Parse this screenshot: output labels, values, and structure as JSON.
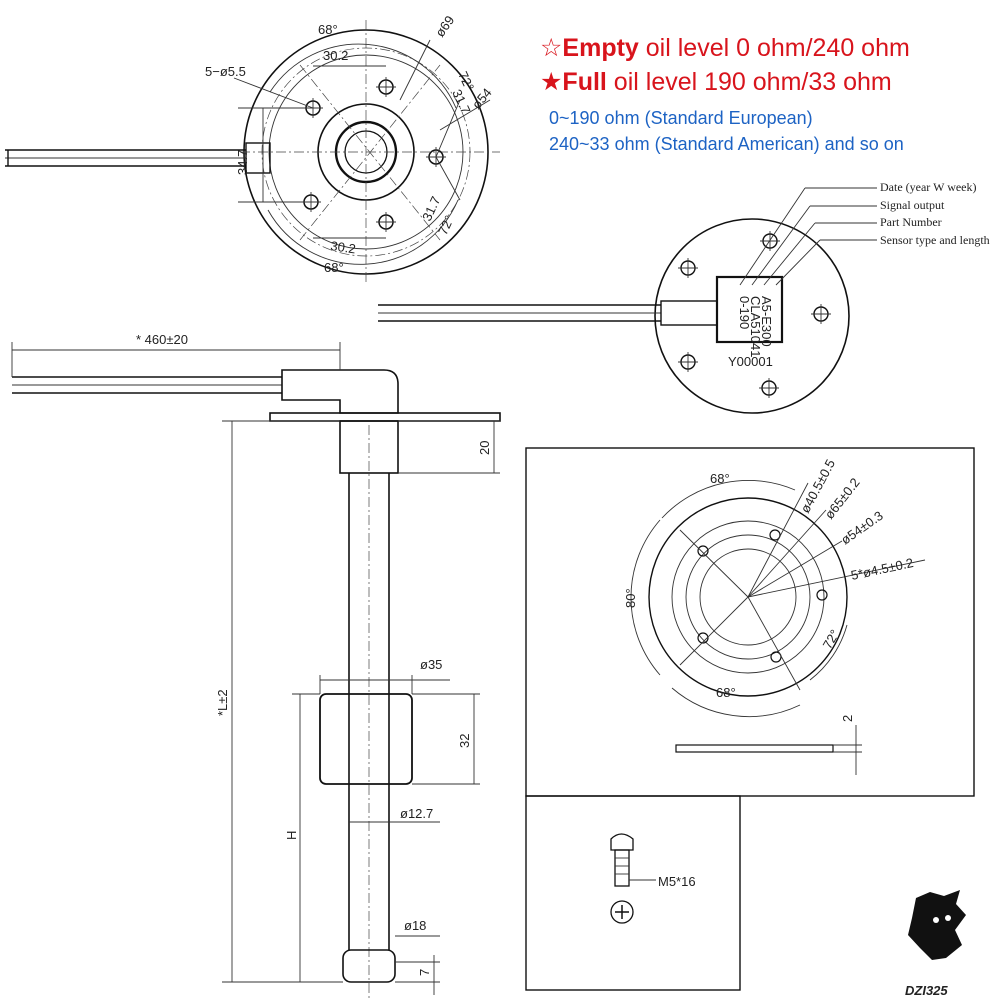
{
  "specs": {
    "empty_star": "☆",
    "empty_bold": "Empty",
    "empty_rest": " oil level 0 ohm/240 ohm",
    "full_star": "★",
    "full_bold": "Full",
    "full_rest": " oil level 190 ohm/33 ohm",
    "line_european": "0~190 ohm (Standard European)",
    "line_american": "240~33 ohm (Standard American) and so on",
    "red_color": "#d8141c",
    "blue_color": "#1d63c4"
  },
  "top_view": {
    "angle_68_top": "68°",
    "dia_69": "ø69",
    "holes_55": "5−ø5.5",
    "dim_30_2_top": "30.2",
    "angle_72_top": "72°",
    "dim_31_7_top": "31.7",
    "dia_54": "ø54",
    "dim_34_7": "34.7",
    "dim_31_7_bottom": "31.7",
    "angle_72_bottom": "72°",
    "dim_30_2_bottom": "30.2",
    "angle_68_bottom": "68°"
  },
  "label_view": {
    "callout_date": "Date (year W week)",
    "callout_signal": "Signal output",
    "callout_part": "Part Number",
    "callout_sensor": "Sensor type and length",
    "label_line1": "A5-E300",
    "label_line2": "CLA51041",
    "label_line3": "0-190",
    "serial": "Y00001"
  },
  "side_view": {
    "cable_length": "* 460±20",
    "dim_20": "20",
    "length_l": "*L±2",
    "float_dia": "ø35",
    "float_height": "32",
    "height_h": "H",
    "rod_dia": "ø12.7",
    "end_dia": "ø18",
    "end_height": "7"
  },
  "flange_view": {
    "angle_68_top": "68°",
    "dia_40_5": "ø40.5±0.5",
    "dia_65": "ø65±0.2",
    "dia_54": "ø54±0.3",
    "holes_45": "5*ø4.5±0.2",
    "angle_80": "80°",
    "angle_72": "72°",
    "angle_68_bottom": "68°",
    "thickness": "2"
  },
  "screw_view": {
    "screw_size": "M5*16"
  },
  "watermark": {
    "text": "DZI325"
  }
}
